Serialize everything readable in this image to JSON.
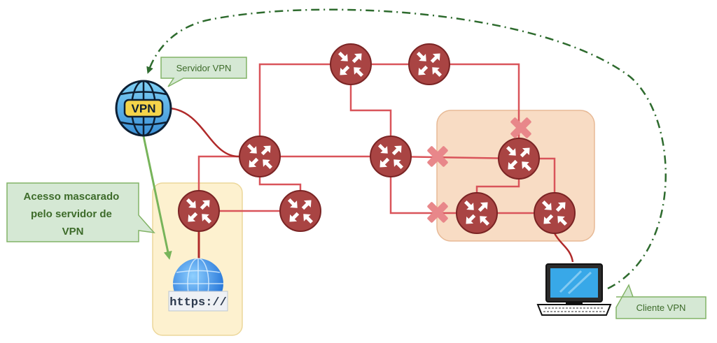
{
  "labels": {
    "vpn_server": "Servidor VPN",
    "vpn_client": "Cliente VPN",
    "masked_access": [
      "Acesso mascarado",
      "pelo servidor de",
      "VPN"
    ],
    "vpn_badge": "VPN",
    "https_badge": "https://"
  },
  "colors": {
    "link": "#d9545a",
    "link_dark": "#b02a2a",
    "router_fill": "#a94443",
    "router_stroke": "#7a2424",
    "callout_fill": "#d5e8d4",
    "callout_stroke": "#82b366",
    "callout_text": "#3d6b2a",
    "tunnel": "#2e6b2e",
    "masked_arrow": "#77b45a",
    "zone_yellow": "#fdf1cf",
    "zone_orange": "#f8dcc4",
    "blocked_x": "#e8878a"
  },
  "icons": {
    "router": "router-icon",
    "blocked": "blocked-x-icon",
    "vpn_server": "globe-vpn-icon",
    "website": "https-globe-icon",
    "client": "laptop-icon"
  }
}
